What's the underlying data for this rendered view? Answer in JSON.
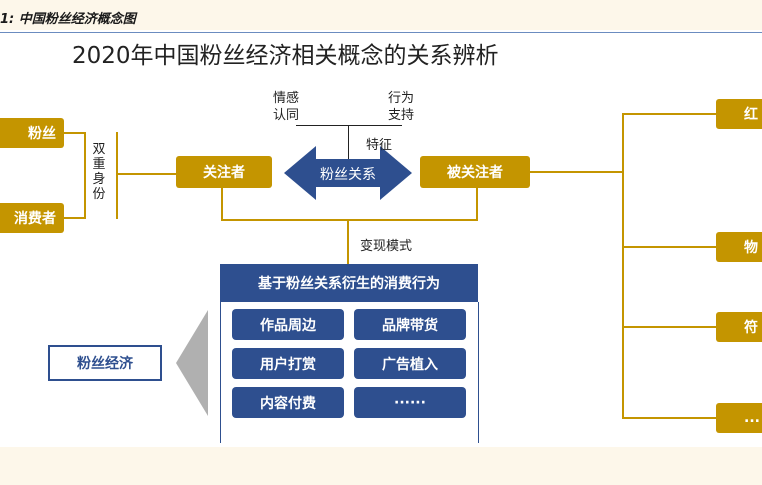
{
  "caption": "1:  中国粉丝经济概念图",
  "title": "2020年中国粉丝经济相关概念的关系辨析",
  "left_boxes": [
    "粉丝",
    "消费者"
  ],
  "dual_identity": "双重身份",
  "follower": "关注者",
  "relation_arrow": "粉丝关系",
  "followed": "被关注者",
  "feature_label": "特征",
  "emotion_label": [
    "情感",
    "认同"
  ],
  "behavior_label": [
    "行为",
    "支持"
  ],
  "monetize_label": "变现模式",
  "panel_title": "基于粉丝关系衍生的消费行为",
  "consumption_items": [
    "作品周边",
    "品牌带货",
    "用户打赏",
    "广告植入",
    "内容付费",
    "······"
  ],
  "fan_economy": "粉丝经济",
  "right_boxes": [
    "红",
    "物",
    "符",
    "..."
  ],
  "colors": {
    "gold": "#c49500",
    "navy": "#2e4f8f",
    "caption_bg": "#fdf7ea"
  }
}
